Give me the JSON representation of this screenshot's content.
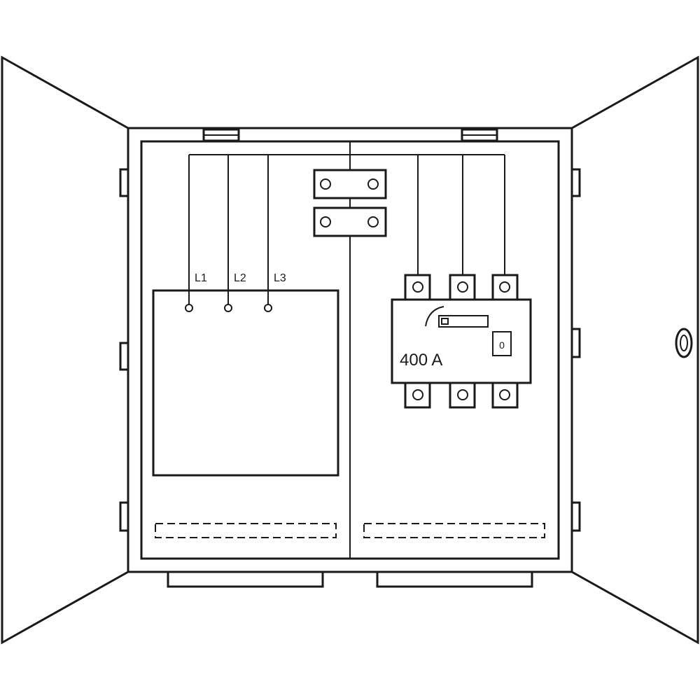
{
  "diagram": {
    "meter_compartment": {
      "terminals": [
        "L1",
        "L2",
        "L3"
      ]
    },
    "switch": {
      "rating_label": "400 A",
      "position_indicator": "0"
    },
    "colors": {
      "line": "#1a1a1a",
      "background": "#ffffff"
    }
  }
}
